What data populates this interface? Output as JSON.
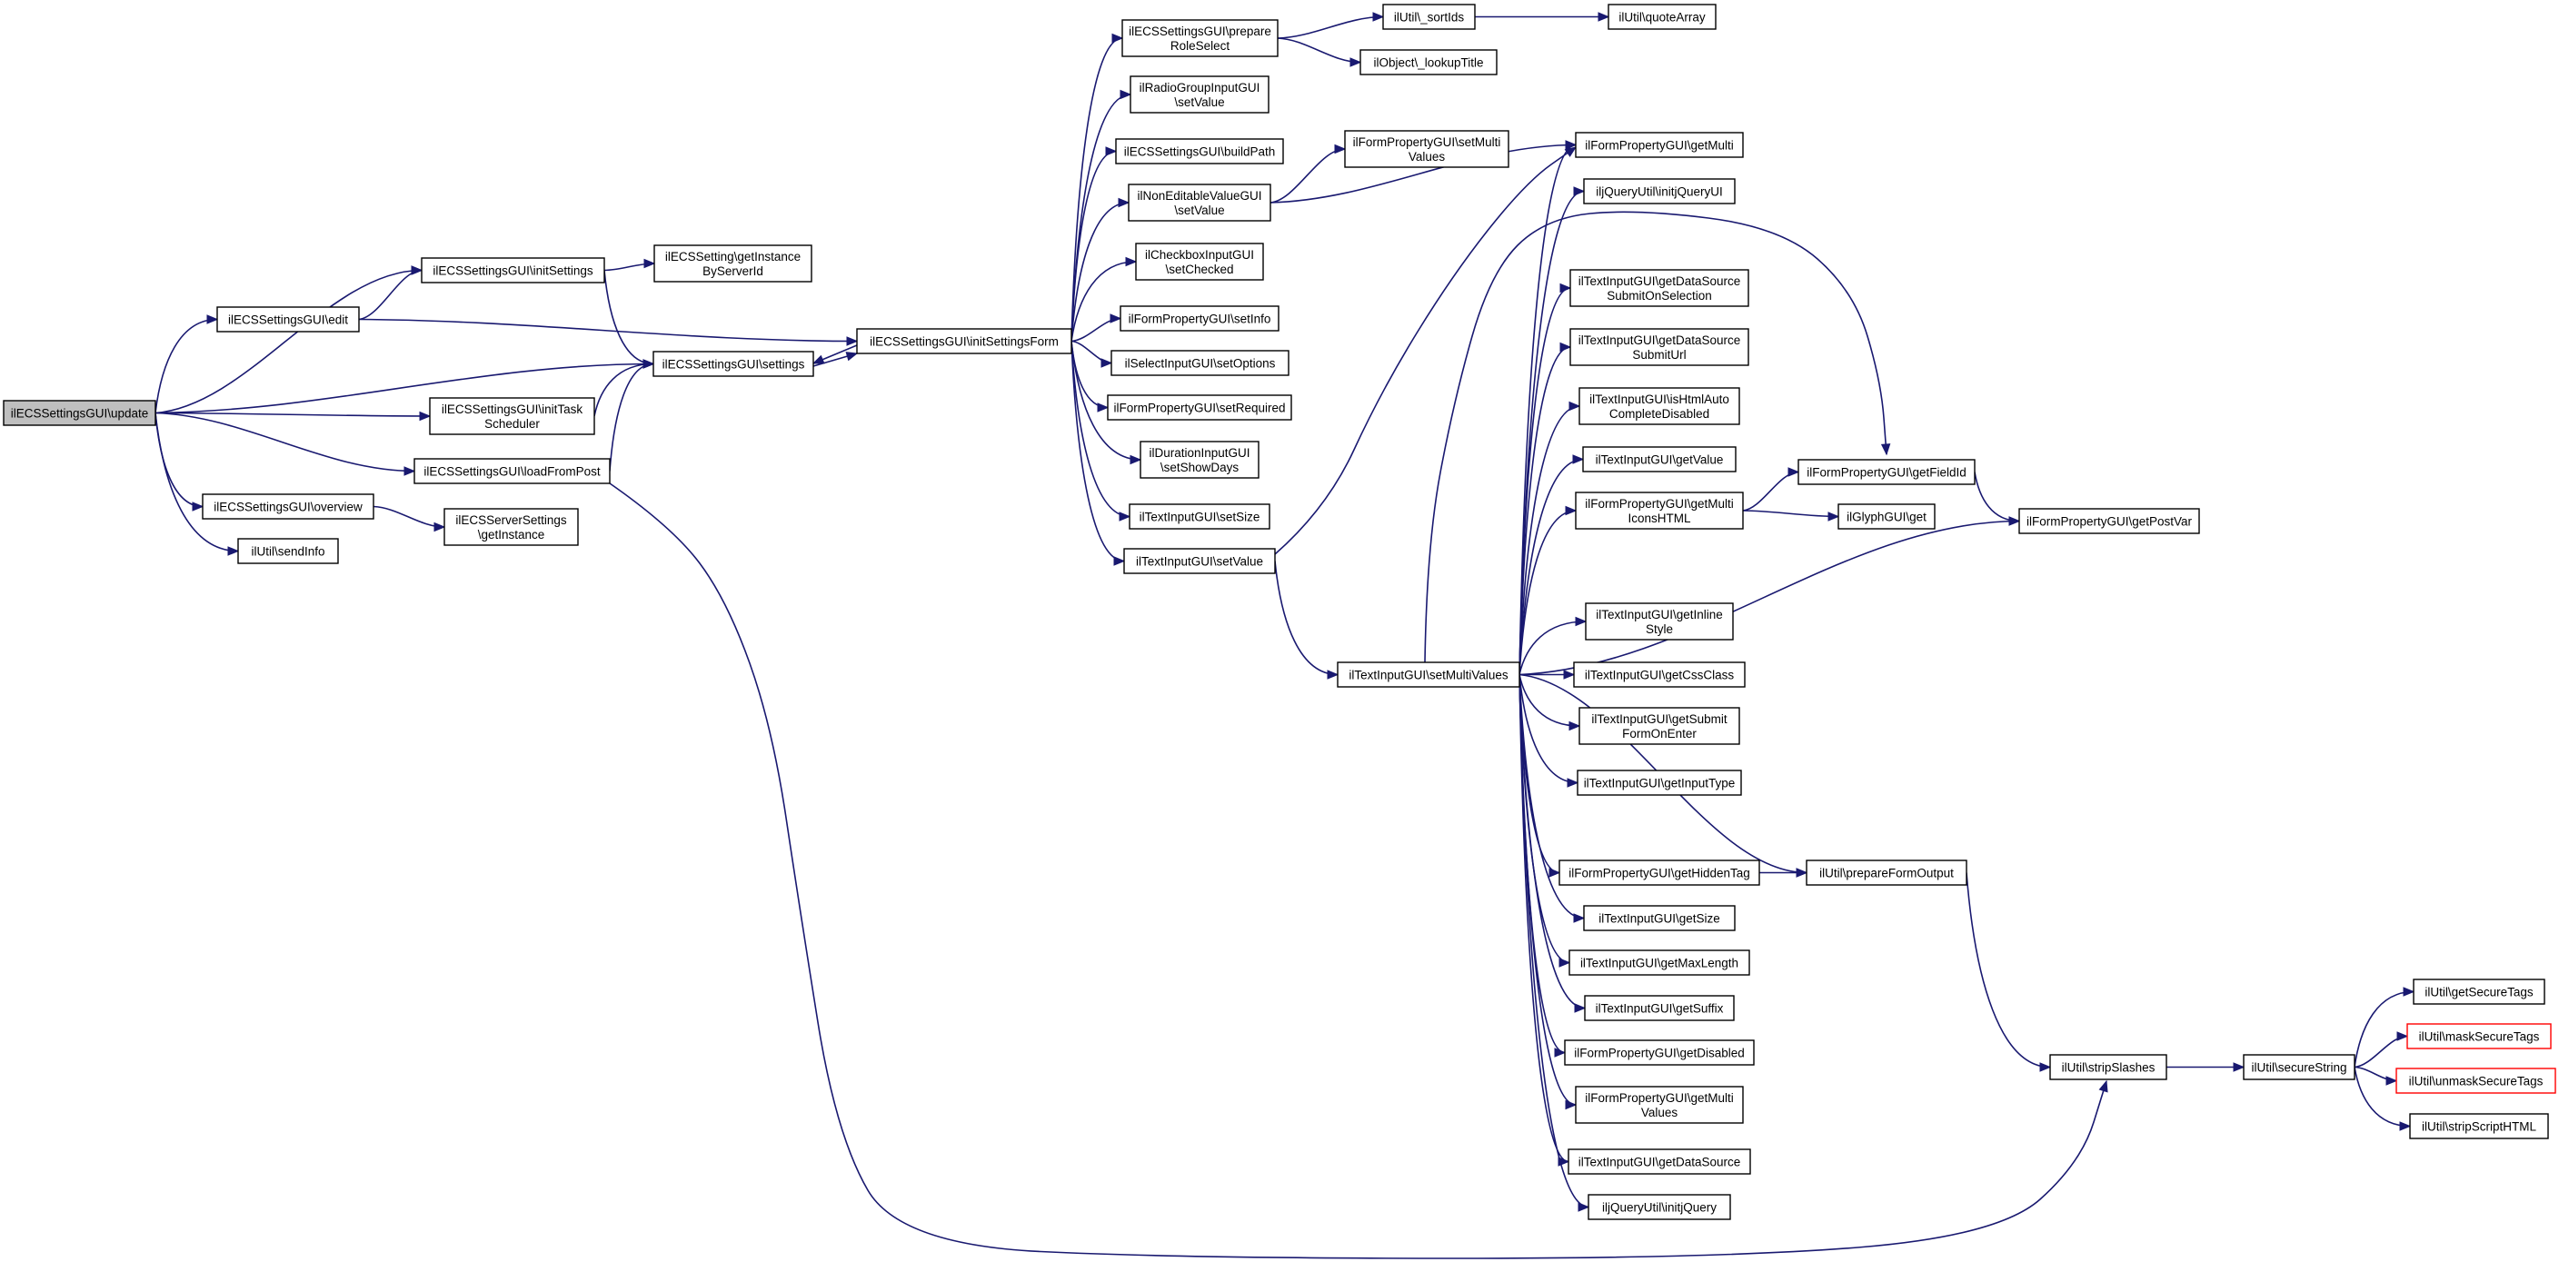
{
  "colors": {
    "edge": "#191970",
    "node_border": "#000000",
    "node_fill": "#ffffff",
    "root_fill": "#bfbfbf",
    "truncated_border": "#ff0000"
  },
  "nodes": [
    {
      "id": "update",
      "lines": [
        "ilECSSettingsGUI\\update"
      ],
      "root": true
    },
    {
      "id": "initSettings",
      "lines": [
        "ilECSSettingsGUI\\initSettings"
      ]
    },
    {
      "id": "edit",
      "lines": [
        "ilECSSettingsGUI\\edit"
      ]
    },
    {
      "id": "settings",
      "lines": [
        "ilECSSettingsGUI\\settings"
      ]
    },
    {
      "id": "initTaskScheduler",
      "lines": [
        "ilECSSettingsGUI\\initTask",
        "Scheduler"
      ]
    },
    {
      "id": "loadFromPost",
      "lines": [
        "ilECSSettingsGUI\\loadFromPost"
      ]
    },
    {
      "id": "overview",
      "lines": [
        "ilECSSettingsGUI\\overview"
      ]
    },
    {
      "id": "sendInfo",
      "lines": [
        "ilUtil\\sendInfo"
      ]
    },
    {
      "id": "getInstanceByServerId",
      "lines": [
        "ilECSSetting\\getInstance",
        "ByServerId"
      ]
    },
    {
      "id": "serverGetInstance",
      "lines": [
        "ilECSServerSettings",
        "\\getInstance"
      ]
    },
    {
      "id": "initSettingsForm",
      "lines": [
        "ilECSSettingsGUI\\initSettingsForm"
      ]
    },
    {
      "id": "prepareRoleSelect",
      "lines": [
        "ilECSSettingsGUI\\prepare",
        "RoleSelect"
      ]
    },
    {
      "id": "radioSetValue",
      "lines": [
        "ilRadioGroupInputGUI",
        "\\setValue"
      ]
    },
    {
      "id": "buildPath",
      "lines": [
        "ilECSSettingsGUI\\buildPath"
      ]
    },
    {
      "id": "nonEditSetValue",
      "lines": [
        "ilNonEditableValueGUI",
        "\\setValue"
      ]
    },
    {
      "id": "setChecked",
      "lines": [
        "ilCheckboxInputGUI",
        "\\setChecked"
      ]
    },
    {
      "id": "setInfo",
      "lines": [
        "ilFormPropertyGUI\\setInfo"
      ]
    },
    {
      "id": "setOptions",
      "lines": [
        "ilSelectInputGUI\\setOptions"
      ]
    },
    {
      "id": "setRequired",
      "lines": [
        "ilFormPropertyGUI\\setRequired"
      ]
    },
    {
      "id": "setShowDays",
      "lines": [
        "ilDurationInputGUI",
        "\\setShowDays"
      ]
    },
    {
      "id": "setSize",
      "lines": [
        "ilTextInputGUI\\setSize"
      ]
    },
    {
      "id": "textSetValue",
      "lines": [
        "ilTextInputGUI\\setValue"
      ]
    },
    {
      "id": "sortIds",
      "lines": [
        "ilUtil\\_sortIds"
      ]
    },
    {
      "id": "quoteArray",
      "lines": [
        "ilUtil\\quoteArray"
      ]
    },
    {
      "id": "lookupTitle",
      "lines": [
        "ilObject\\_lookupTitle"
      ]
    },
    {
      "id": "setMultiValuesProp",
      "lines": [
        "ilFormPropertyGUI\\setMulti",
        "Values"
      ]
    },
    {
      "id": "setMultiValues",
      "lines": [
        "ilTextInputGUI\\setMultiValues"
      ]
    },
    {
      "id": "getMulti",
      "lines": [
        "ilFormPropertyGUI\\getMulti"
      ]
    },
    {
      "id": "initjQueryUI",
      "lines": [
        "iljQueryUtil\\initjQueryUI"
      ]
    },
    {
      "id": "dsSubmitOnSelection",
      "lines": [
        "ilTextInputGUI\\getDataSource",
        "SubmitOnSelection"
      ]
    },
    {
      "id": "dsSubmitUrl",
      "lines": [
        "ilTextInputGUI\\getDataSource",
        "SubmitUrl"
      ]
    },
    {
      "id": "isHtmlAuto",
      "lines": [
        "ilTextInputGUI\\isHtmlAuto",
        "CompleteDisabled"
      ]
    },
    {
      "id": "getValue",
      "lines": [
        "ilTextInputGUI\\getValue"
      ]
    },
    {
      "id": "getMultiIconsHTML",
      "lines": [
        "ilFormPropertyGUI\\getMulti",
        "IconsHTML"
      ]
    },
    {
      "id": "getFieldId",
      "lines": [
        "ilFormPropertyGUI\\getFieldId"
      ]
    },
    {
      "id": "glyphGet",
      "lines": [
        "ilGlyphGUI\\get"
      ]
    },
    {
      "id": "getPostVar",
      "lines": [
        "ilFormPropertyGUI\\getPostVar"
      ]
    },
    {
      "id": "getInlineStyle",
      "lines": [
        "ilTextInputGUI\\getInline",
        "Style"
      ]
    },
    {
      "id": "getCssClass",
      "lines": [
        "ilTextInputGUI\\getCssClass"
      ]
    },
    {
      "id": "getSubmitFormOnEnter",
      "lines": [
        "ilTextInputGUI\\getSubmit",
        "FormOnEnter"
      ]
    },
    {
      "id": "getInputType",
      "lines": [
        "ilTextInputGUI\\getInputType"
      ]
    },
    {
      "id": "getHiddenTag",
      "lines": [
        "ilFormPropertyGUI\\getHiddenTag"
      ]
    },
    {
      "id": "prepareFormOutput",
      "lines": [
        "ilUtil\\prepareFormOutput"
      ]
    },
    {
      "id": "getSize",
      "lines": [
        "ilTextInputGUI\\getSize"
      ]
    },
    {
      "id": "getMaxLength",
      "lines": [
        "ilTextInputGUI\\getMaxLength"
      ]
    },
    {
      "id": "getSuffix",
      "lines": [
        "ilTextInputGUI\\getSuffix"
      ]
    },
    {
      "id": "getDisabled",
      "lines": [
        "ilFormPropertyGUI\\getDisabled"
      ]
    },
    {
      "id": "getMultiValues",
      "lines": [
        "ilFormPropertyGUI\\getMulti",
        "Values"
      ]
    },
    {
      "id": "getDataSource",
      "lines": [
        "ilTextInputGUI\\getDataSource"
      ]
    },
    {
      "id": "initjQuery",
      "lines": [
        "iljQueryUtil\\initjQuery"
      ]
    },
    {
      "id": "stripSlashes",
      "lines": [
        "ilUtil\\stripSlashes"
      ]
    },
    {
      "id": "secureString",
      "lines": [
        "ilUtil\\secureString"
      ]
    },
    {
      "id": "getSecureTags",
      "lines": [
        "ilUtil\\getSecureTags"
      ]
    },
    {
      "id": "maskSecureTags",
      "lines": [
        "ilUtil\\maskSecureTags"
      ],
      "truncated": true
    },
    {
      "id": "unmaskSecureTags",
      "lines": [
        "ilUtil\\unmaskSecureTags"
      ],
      "truncated": true
    },
    {
      "id": "stripScriptHTML",
      "lines": [
        "ilUtil\\stripScriptHTML"
      ]
    }
  ],
  "edges": [
    [
      "update",
      "initSettings"
    ],
    [
      "update",
      "edit"
    ],
    [
      "update",
      "settings"
    ],
    [
      "update",
      "initTaskScheduler"
    ],
    [
      "update",
      "loadFromPost"
    ],
    [
      "update",
      "overview"
    ],
    [
      "update",
      "sendInfo"
    ],
    [
      "initSettings",
      "getInstanceByServerId"
    ],
    [
      "initSettings",
      "settings"
    ],
    [
      "edit",
      "initSettings"
    ],
    [
      "edit",
      "initSettingsForm"
    ],
    [
      "settings",
      "initSettingsForm"
    ],
    [
      "initTaskScheduler",
      "settings"
    ],
    [
      "loadFromPost",
      "settings"
    ],
    [
      "loadFromPost",
      "stripSlashes"
    ],
    [
      "overview",
      "serverGetInstance"
    ],
    [
      "initSettingsForm",
      "settings"
    ],
    [
      "initSettingsForm",
      "prepareRoleSelect"
    ],
    [
      "initSettingsForm",
      "radioSetValue"
    ],
    [
      "initSettingsForm",
      "buildPath"
    ],
    [
      "initSettingsForm",
      "nonEditSetValue"
    ],
    [
      "initSettingsForm",
      "setChecked"
    ],
    [
      "initSettingsForm",
      "setInfo"
    ],
    [
      "initSettingsForm",
      "setOptions"
    ],
    [
      "initSettingsForm",
      "setRequired"
    ],
    [
      "initSettingsForm",
      "setShowDays"
    ],
    [
      "initSettingsForm",
      "setSize"
    ],
    [
      "initSettingsForm",
      "textSetValue"
    ],
    [
      "prepareRoleSelect",
      "sortIds"
    ],
    [
      "prepareRoleSelect",
      "lookupTitle"
    ],
    [
      "sortIds",
      "quoteArray"
    ],
    [
      "nonEditSetValue",
      "setMultiValuesProp"
    ],
    [
      "nonEditSetValue",
      "getMulti"
    ],
    [
      "textSetValue",
      "getMulti"
    ],
    [
      "textSetValue",
      "setMultiValues"
    ],
    [
      "setMultiValues",
      "getMulti"
    ],
    [
      "setMultiValues",
      "initjQueryUI"
    ],
    [
      "setMultiValues",
      "dsSubmitOnSelection"
    ],
    [
      "setMultiValues",
      "dsSubmitUrl"
    ],
    [
      "setMultiValues",
      "isHtmlAuto"
    ],
    [
      "setMultiValues",
      "getValue"
    ],
    [
      "setMultiValues",
      "getMultiIconsHTML"
    ],
    [
      "setMultiValues",
      "getFieldId"
    ],
    [
      "setMultiValues",
      "getPostVar"
    ],
    [
      "setMultiValues",
      "getInlineStyle"
    ],
    [
      "setMultiValues",
      "getCssClass"
    ],
    [
      "setMultiValues",
      "getSubmitFormOnEnter"
    ],
    [
      "setMultiValues",
      "getInputType"
    ],
    [
      "setMultiValues",
      "prepareFormOutput"
    ],
    [
      "setMultiValues",
      "getHiddenTag"
    ],
    [
      "setMultiValues",
      "getSize"
    ],
    [
      "setMultiValues",
      "getMaxLength"
    ],
    [
      "setMultiValues",
      "getSuffix"
    ],
    [
      "setMultiValues",
      "getDisabled"
    ],
    [
      "setMultiValues",
      "getMultiValues"
    ],
    [
      "setMultiValues",
      "getDataSource"
    ],
    [
      "setMultiValues",
      "initjQuery"
    ],
    [
      "getMultiIconsHTML",
      "getFieldId"
    ],
    [
      "getMultiIconsHTML",
      "glyphGet"
    ],
    [
      "getFieldId",
      "getPostVar"
    ],
    [
      "getHiddenTag",
      "prepareFormOutput"
    ],
    [
      "prepareFormOutput",
      "stripSlashes"
    ],
    [
      "stripSlashes",
      "secureString"
    ],
    [
      "secureString",
      "getSecureTags"
    ],
    [
      "secureString",
      "maskSecureTags"
    ],
    [
      "secureString",
      "unmaskSecureTags"
    ],
    [
      "secureString",
      "stripScriptHTML"
    ]
  ]
}
